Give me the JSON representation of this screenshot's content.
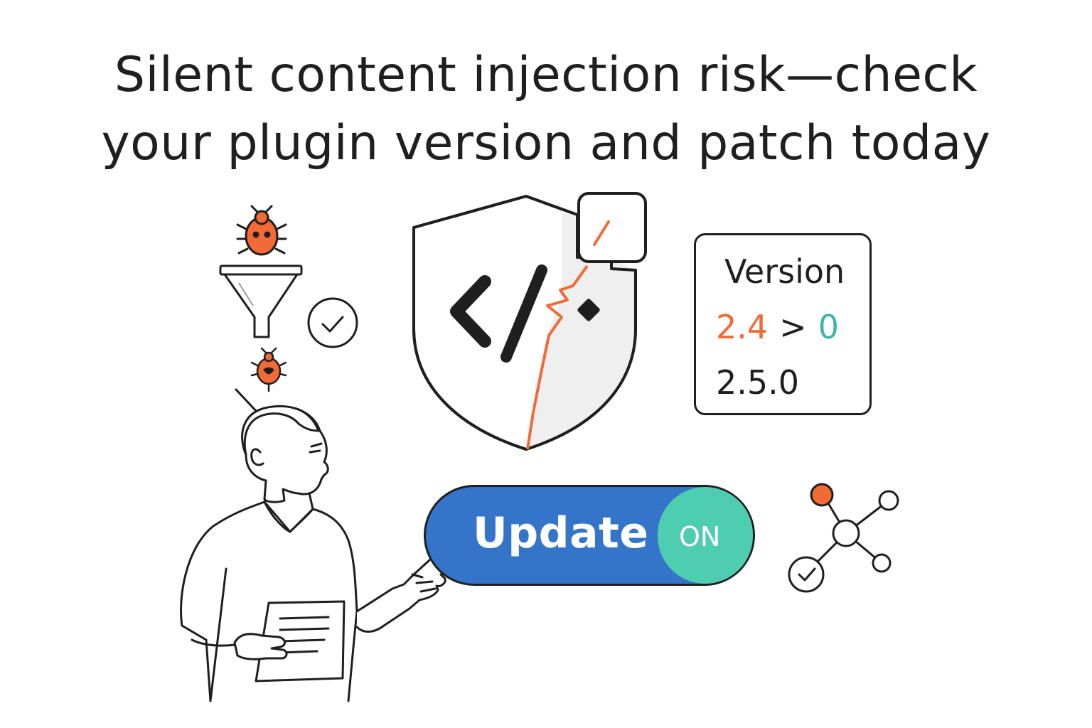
{
  "headline": {
    "line1": "Silent content injection risk—check",
    "line2": "your plugin version and patch today"
  },
  "version_card": {
    "title": "Version",
    "current": "2.4",
    "arrow": ">",
    "pending": "0",
    "target": "2.5.0"
  },
  "update_toggle": {
    "label": "Update",
    "state": "ON"
  },
  "icons": [
    "bug-icon",
    "funnel-icon",
    "check-circle-icon",
    "shield-code-icon",
    "network-node-icon",
    "person-illustration",
    "document-icon"
  ],
  "colors": {
    "accent_orange": "#f26a35",
    "toggle_blue": "#3475c9",
    "toggle_green": "#4fcdb0",
    "teal": "#3fb6a8",
    "ink": "#1f1f1f"
  }
}
